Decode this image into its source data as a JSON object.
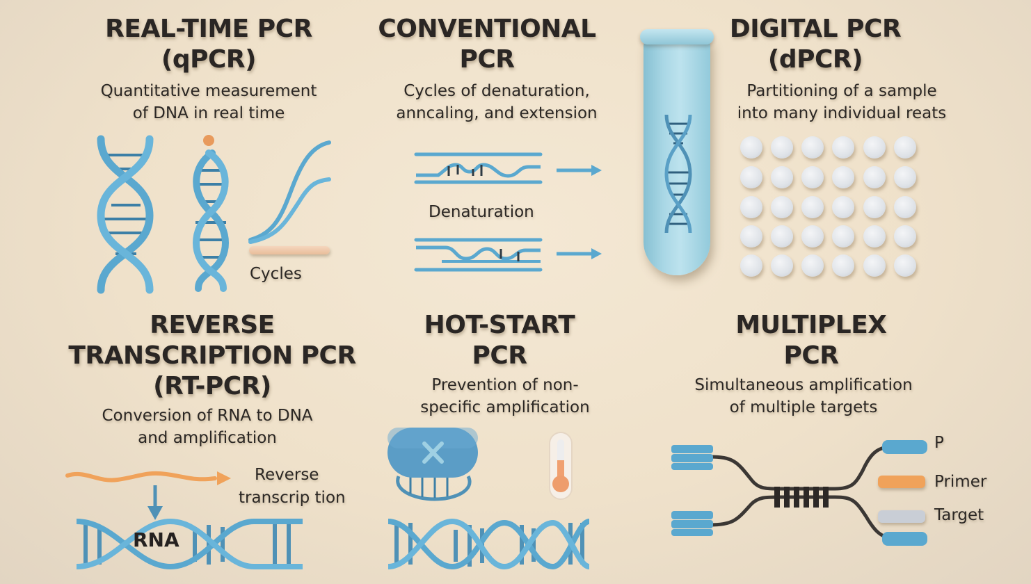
{
  "colors": {
    "background": "#efe1ca",
    "dna_blue": "#5aa8cf",
    "dna_dark": "#3c7fa6",
    "orange": "#f0a25a",
    "text": "#2a2624",
    "dot": "#e3e6ea",
    "tube": "#a9d7e5",
    "target_gray": "#c9ced6",
    "connector_dark": "#3b3734"
  },
  "panels": [
    {
      "id": "qpcr",
      "title_line1": "REAL-TIME PCR",
      "title_line2": "(qPCR)",
      "desc_line1": "Quantitative measurement",
      "desc_line2": "of DNA in real time",
      "illustration": {
        "icons": [
          "dna-helix-icon",
          "dna-helix-with-probe-icon",
          "amplification-curve-icon"
        ],
        "axis_label": "Cycles"
      }
    },
    {
      "id": "conventional",
      "title_line1": "CONVENTIONAL",
      "title_line2": "PCR",
      "desc_line1": "Cycles of denaturation,",
      "desc_line2": "anncaling, and extension",
      "illustration": {
        "icons": [
          "strand-separation-icon",
          "arrow-right-icon"
        ],
        "label": "Denaturation"
      }
    },
    {
      "id": "dpcr",
      "title_line1": "DIGITAL PCR",
      "title_line2": "(dPCR)",
      "desc_line1": "Partitioning of a sample",
      "desc_line2": "into many individual reats",
      "illustration": {
        "icons": [
          "test-tube-icon",
          "partition-droplet-grid-icon"
        ],
        "grid_rows": 5,
        "grid_cols": 6
      }
    },
    {
      "id": "rtpcr",
      "title_line1": "REVERSE",
      "title_line2": "TRANSCRIPTION PCR",
      "title_line3": "(RT-PCR)",
      "desc_line1": "Conversion of RNA to DNA",
      "desc_line2": "and amplification",
      "illustration": {
        "icons": [
          "rna-strand-icon",
          "arrow-down-icon",
          "dna-helix-icon"
        ],
        "label_line1": "Reverse",
        "label_line2": "transcrip tion",
        "helix_label": "RNA"
      }
    },
    {
      "id": "hotstart",
      "title_line1": "HOT-START",
      "title_line2": "PCR",
      "desc_line1": "Prevention of non-",
      "desc_line2": "specific amplification",
      "illustration": {
        "icons": [
          "blocked-polymerase-icon",
          "thermometer-icon",
          "dna-helix-icon"
        ]
      }
    },
    {
      "id": "multiplex",
      "title_line1": "MULTIPLEX",
      "title_line2": "PCR",
      "desc_line1": "Simultaneous amplification",
      "desc_line2": "of multiple targets",
      "illustration": {
        "icons": [
          "multiplex-connector-icon"
        ]
      },
      "legend": [
        {
          "label": "P",
          "color": "#5aa8cf"
        },
        {
          "label": "Primer",
          "color": "#f0a25a"
        },
        {
          "label": "Target",
          "color": "#c9ced6"
        }
      ]
    }
  ]
}
